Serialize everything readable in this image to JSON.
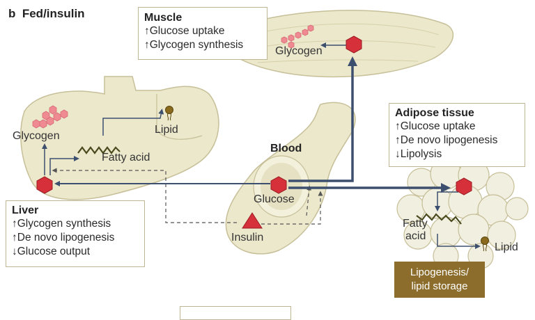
{
  "panel": {
    "letter": "b",
    "title": "Fed/insulin"
  },
  "muscle": {
    "title": "Muscle",
    "lines": [
      "↑Glucose uptake",
      "↑Glycogen synthesis"
    ],
    "glycogen_label": "Glycogen"
  },
  "liver": {
    "title": "Liver",
    "lines": [
      "↑Glycogen synthesis",
      "↑De novo lipogenesis",
      "↓Glucose output"
    ],
    "glycogen_label": "Glycogen",
    "fatty_acid_label": "Fatty acid",
    "lipid_label": "Lipid"
  },
  "blood": {
    "title": "Blood",
    "glucose_label": "Glucose",
    "insulin_label": "Insulin"
  },
  "adipose": {
    "title": "Adipose tissue",
    "lines": [
      "↑Glucose uptake",
      "↑De novo lipogenesis",
      "↓Lipolysis"
    ],
    "fatty_acid_label": [
      "Fatty",
      "acid"
    ],
    "lipid_label": "Lipid",
    "storage_label": [
      "Lipogenesis/",
      "lipid storage"
    ]
  },
  "colors": {
    "organ_fill": "#ece8cc",
    "organ_stroke": "#c6bf98",
    "arrow": "#3d4f6e",
    "glucose": "#d6303a",
    "glycogen": "#ef8a92",
    "storage": "#8c6d2c"
  }
}
